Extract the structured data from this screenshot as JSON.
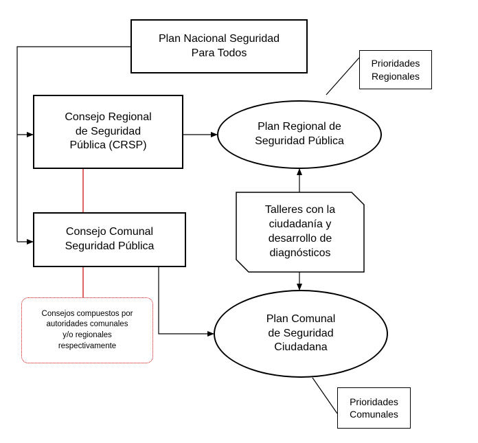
{
  "nodes": {
    "plan_nacional": "Plan Nacional Seguridad\nPara Todos",
    "consejo_regional": "Consejo Regional\nde Seguridad\nPública (CRSP)",
    "consejo_comunal": "Consejo Comunal\nSeguridad Pública",
    "plan_regional": "Plan Regional de\nSeguridad Pública",
    "plan_comunal": "Plan Comunal\nde Seguridad\nCiudadana",
    "talleres": "Talleres con la\nciudadanía y\ndesarrollo de\ndiagnósticos",
    "prioridades_regionales": "Prioridades\nRegionales",
    "prioridades_comunales": "Prioridades\nComunales",
    "consejos_note": "Consejos compuestos por\nautoridades comunales\ny/o regionales\nrespectivamente"
  },
  "colors": {
    "line": "#000000",
    "red_connector": "#c00000",
    "note_border": "#d00000"
  }
}
